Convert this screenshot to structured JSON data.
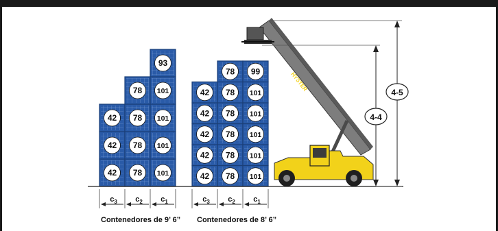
{
  "colors": {
    "frame": "#1a1a1a",
    "container": "#2a5ba8",
    "container_dark": "#1b3f78",
    "container_grid": "#7fa3d8",
    "badge": "#ffffff",
    "truck_yellow": "#f2d21a",
    "boom_gray": "#7d7d7d",
    "boom_dark": "#4a4a4a",
    "tire": "#1f1f1f"
  },
  "stack_9_6": {
    "caption": "Contenedores de 9’ 6”",
    "columns": [
      {
        "label": "c3",
        "base": "c",
        "sub": "3",
        "tiers": [
          "42",
          "42",
          "42"
        ]
      },
      {
        "label": "c2",
        "base": "c",
        "sub": "2",
        "tiers": [
          "78",
          "78",
          "78",
          "78"
        ]
      },
      {
        "label": "c1",
        "base": "c",
        "sub": "1",
        "tiers": [
          "101",
          "101",
          "101",
          "101",
          "93"
        ]
      }
    ]
  },
  "stack_8_6": {
    "caption": "Contenedores de 8’ 6”",
    "columns": [
      {
        "label": "c3",
        "base": "c",
        "sub": "3",
        "tiers": [
          "42",
          "42",
          "42",
          "42",
          "42"
        ]
      },
      {
        "label": "c2",
        "base": "c",
        "sub": "2",
        "tiers": [
          "78",
          "78",
          "78",
          "78",
          "78",
          "78"
        ]
      },
      {
        "label": "c1",
        "base": "c",
        "sub": "1",
        "tiers": [
          "101",
          "101",
          "101",
          "101",
          "101",
          "99"
        ]
      }
    ]
  },
  "dimensions": {
    "lift_height_label": "4-4",
    "overall_height_label": "4-5"
  },
  "brand": "HYSTER"
}
